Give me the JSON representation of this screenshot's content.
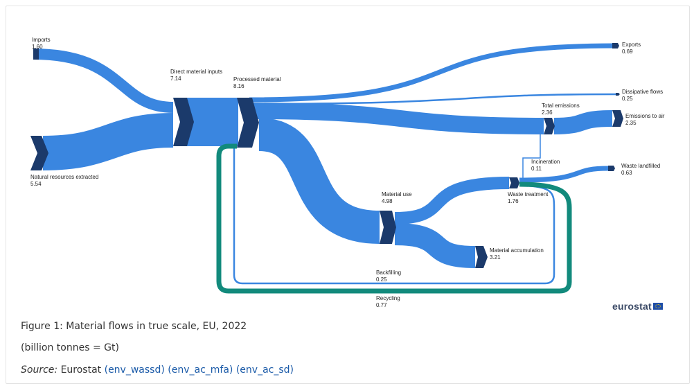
{
  "figure": {
    "title": "Figure 1: Material flows in true scale, EU, 2022",
    "unit": "(billion tonnes = Gt)",
    "source_label": "Source:",
    "source_org": "Eurostat",
    "source_links": [
      "(env_wassd)",
      "(env_ac_mfa)",
      "(env_ac_sd)"
    ],
    "logo_text": "eurostat"
  },
  "colors": {
    "flow": "#3a86e0",
    "node": "#1b3a6b",
    "recycling": "#128a7c",
    "link": "#1a5aa8"
  },
  "sankey": {
    "nodes": {
      "imports": {
        "name": "Imports",
        "value": "1.60"
      },
      "natural_resources": {
        "name": "Natural resources extracted",
        "value": "5.54"
      },
      "direct_material_inputs": {
        "name": "Direct material inputs",
        "value": "7.14"
      },
      "processed_material": {
        "name": "Processed material",
        "value": "8.16"
      },
      "exports": {
        "name": "Exports",
        "value": "0.69"
      },
      "dissipative_flows": {
        "name": "Dissipative flows",
        "value": "0.25"
      },
      "total_emissions": {
        "name": "Total emissions",
        "value": "2.36"
      },
      "emissions_to_air": {
        "name": "Emissions to air",
        "value": "2.35"
      },
      "incineration": {
        "name": "Incineration",
        "value": "0.11"
      },
      "waste_landfilled": {
        "name": "Waste landfilled",
        "value": "0.63"
      },
      "material_use": {
        "name": "Material use",
        "value": "4.98"
      },
      "waste_treatment": {
        "name": "Waste treatment",
        "value": "1.76"
      },
      "material_accumulation": {
        "name": "Material accumulation",
        "value": "3.21"
      },
      "backfilling": {
        "name": "Backfilling",
        "value": "0.25"
      },
      "recycling": {
        "name": "Recycling",
        "value": "0.77"
      }
    }
  }
}
